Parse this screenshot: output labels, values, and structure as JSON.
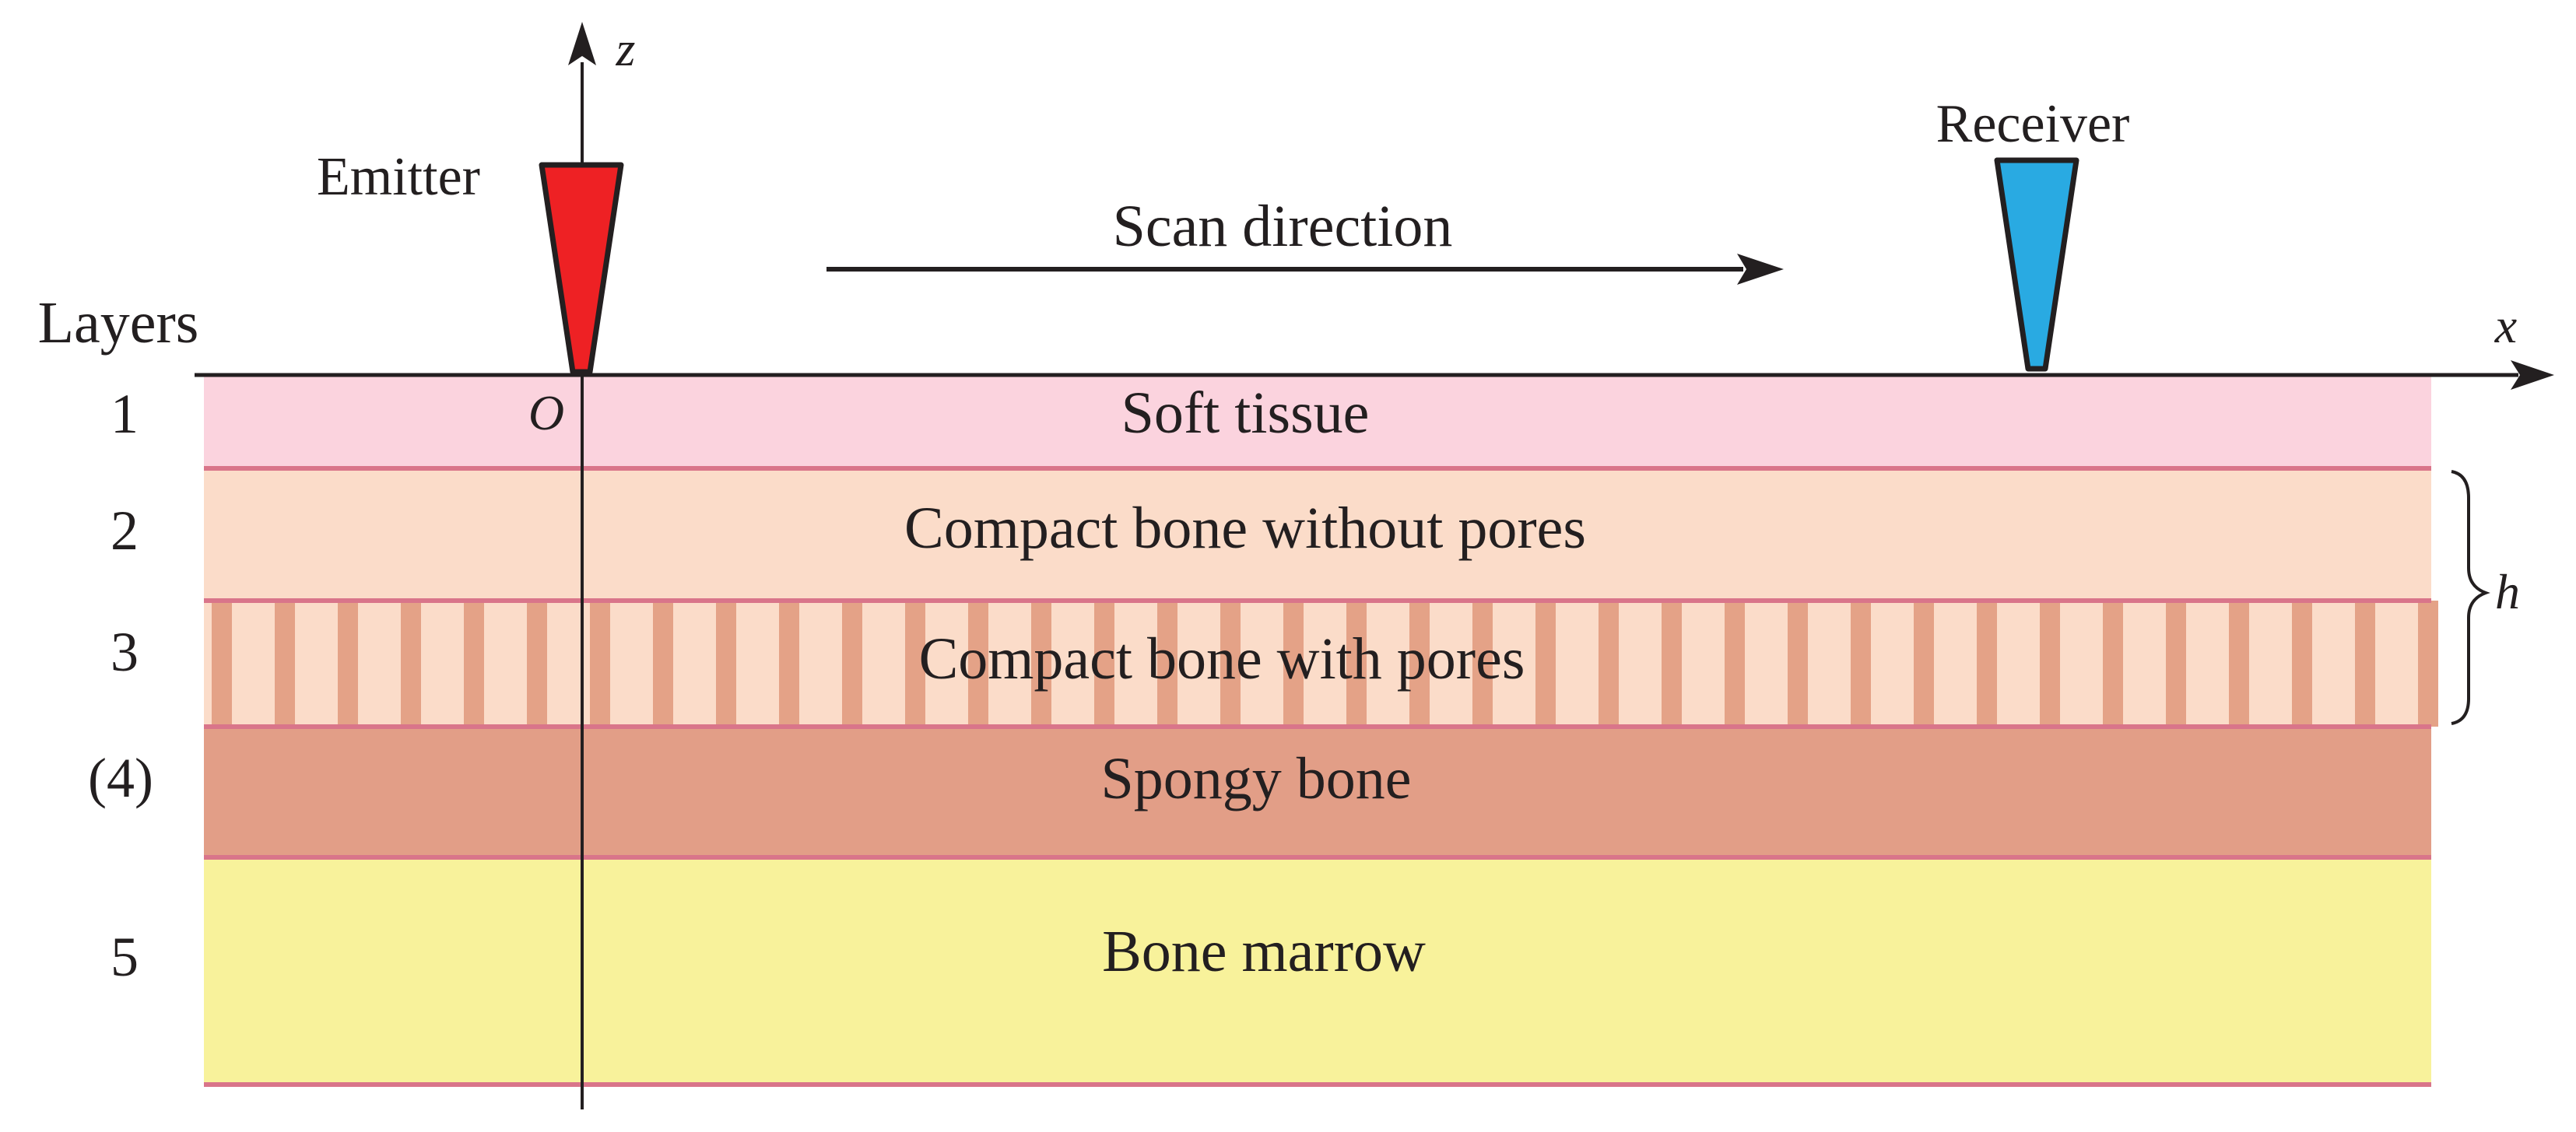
{
  "axes": {
    "x": "x",
    "z": "z",
    "origin": "O"
  },
  "devices": {
    "emitter": {
      "label": "Emitter",
      "color": "#ee2124"
    },
    "receiver": {
      "label": "Receiver",
      "color": "#29aae2"
    }
  },
  "scan_direction": "Scan direction",
  "layers_heading": "Layers",
  "layers": [
    {
      "number": "1",
      "name": "Soft tissue",
      "color": "#fbd3de"
    },
    {
      "number": "2",
      "name": "Compact bone without pores",
      "color": "#fbdcc9"
    },
    {
      "number": "3",
      "name": "Compact bone with pores",
      "color": "#fbdcc9",
      "pore_color": "#e4a287"
    },
    {
      "number": "(4)",
      "name": "Spongy bone",
      "color": "#e29e87"
    },
    {
      "number": "5",
      "name": "Bone marrow",
      "color": "#f8f29b"
    }
  ],
  "thickness_label": "h",
  "boundary_color": "#d9758a"
}
